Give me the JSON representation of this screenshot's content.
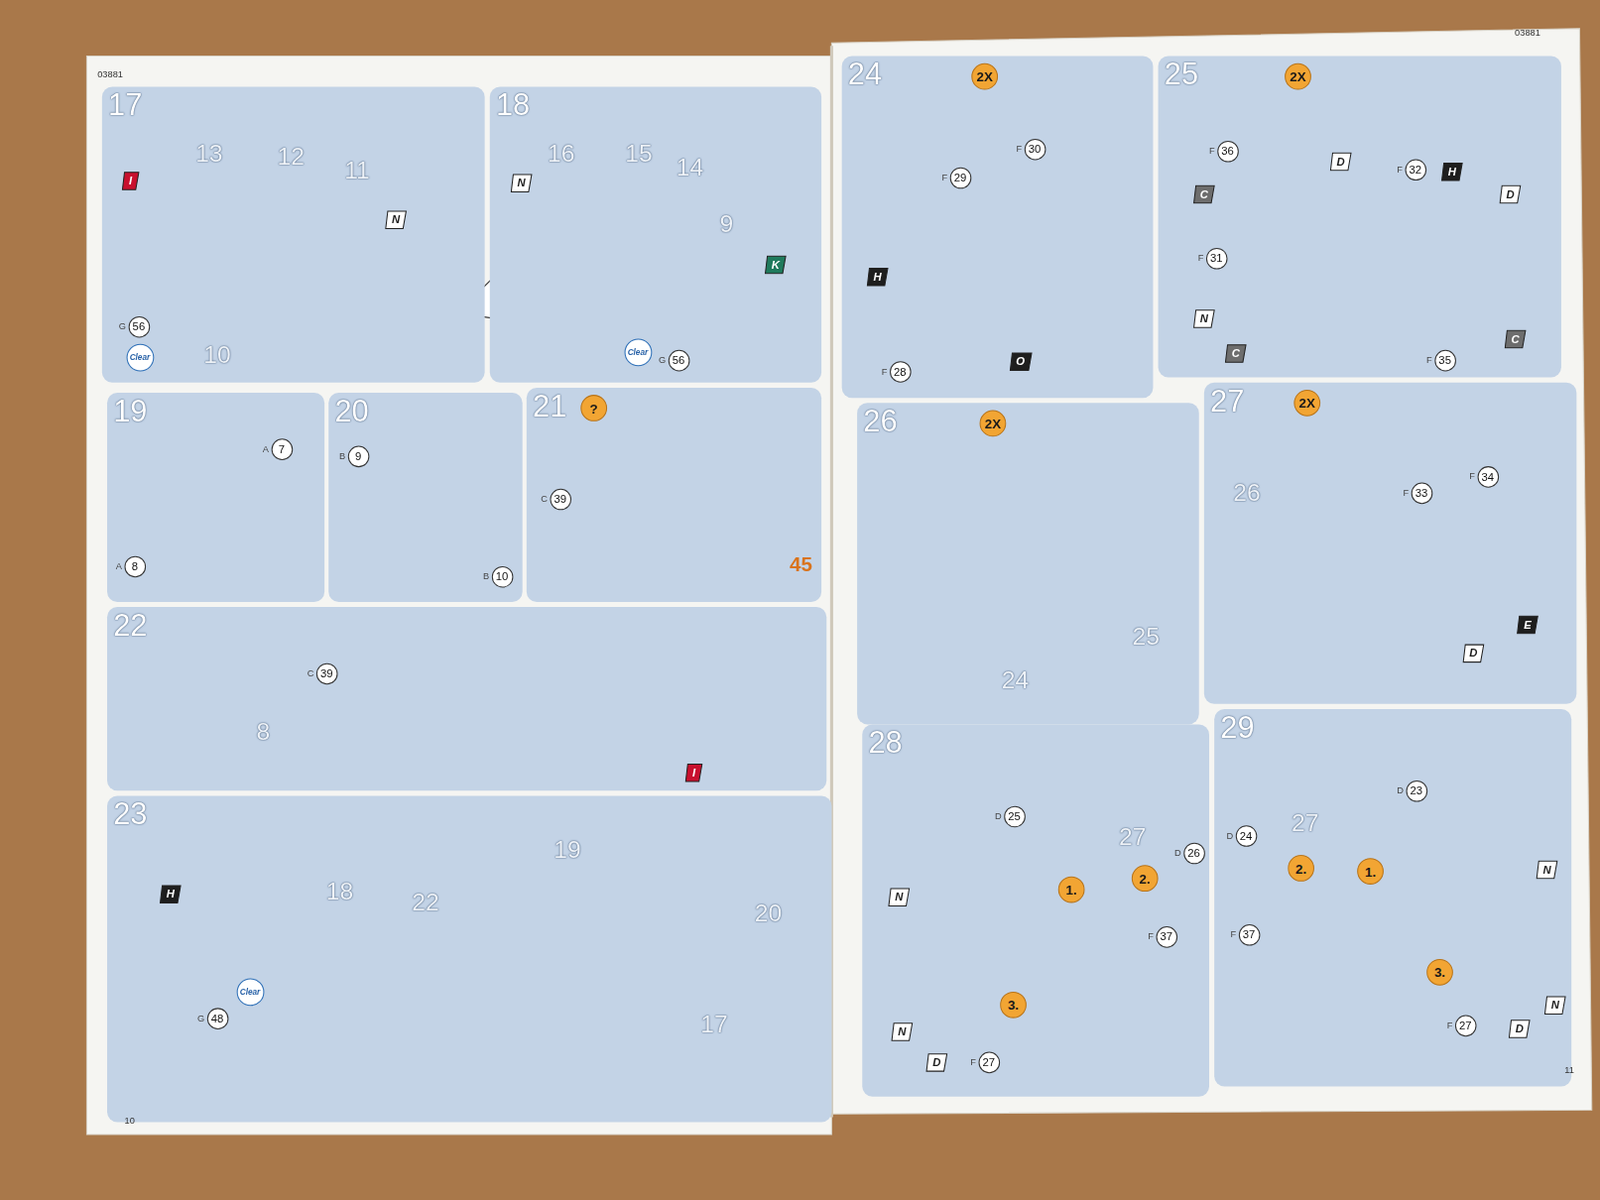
{
  "diagram": {
    "nodes": [
      {
        "text": [
          "17"
        ]
      },
      {
        "text": [
          "I"
        ],
        "in": 0
      },
      {
        "text": [
          "N"
        ],
        "in": 0
      },
      {
        "text": [
          "G",
          "56"
        ],
        "in": 0
      },
      {
        "text": [
          "Clear"
        ],
        "in": 0
      },
      {
        "text": [
          "18"
        ]
      },
      {
        "text": [
          "N"
        ],
        "in": 5
      },
      {
        "text": [
          "K"
        ],
        "in": 5
      },
      {
        "text": [
          "Clear"
        ],
        "in": 5
      },
      {
        "text": [
          "G",
          "56"
        ],
        "in": 5
      },
      {
        "text": [
          "19"
        ]
      },
      {
        "text": [
          "A",
          "7"
        ],
        "in": 10
      },
      {
        "text": [
          "A",
          "8"
        ],
        "in": 10
      },
      {
        "text": [
          "20"
        ]
      },
      {
        "text": [
          "B",
          "9"
        ],
        "in": 13
      },
      {
        "text": [
          "B",
          "10"
        ],
        "in": 13
      },
      {
        "text": [
          "21"
        ]
      },
      {
        "text": [
          "?"
        ],
        "in": 16
      },
      {
        "text": [
          "C",
          "39"
        ],
        "in": 16
      },
      {
        "text": [
          "22"
        ]
      },
      {
        "text": [
          "C",
          "39"
        ],
        "in": 19
      },
      {
        "text": [
          "I"
        ],
        "in": 19
      },
      {
        "text": [
          "23"
        ]
      },
      {
        "text": [
          "H"
        ],
        "in": 22
      },
      {
        "text": [
          "Clear"
        ],
        "in": 22
      },
      {
        "text": [
          "G",
          "48"
        ],
        "in": 22
      },
      {
        "text": [
          "24"
        ]
      },
      {
        "text": [
          "2X"
        ],
        "in": 26
      },
      {
        "text": [
          "F",
          "30"
        ],
        "in": 26
      },
      {
        "text": [
          "F",
          "29"
        ],
        "in": 26
      },
      {
        "text": [
          "H"
        ],
        "in": 26
      },
      {
        "text": [
          "F",
          "28"
        ],
        "in": 26
      },
      {
        "text": [
          "O"
        ],
        "in": 26
      },
      {
        "text": [
          "25"
        ]
      },
      {
        "text": [
          "2X"
        ],
        "in": 33
      },
      {
        "text": [
          "F",
          "36"
        ],
        "in": 33
      },
      {
        "text": [
          "D"
        ],
        "in": 33
      },
      {
        "text": [
          "F",
          "32"
        ],
        "in": 33
      },
      {
        "text": [
          "H"
        ],
        "in": 33
      },
      {
        "text": [
          "D"
        ],
        "in": 33
      },
      {
        "text": [
          "C"
        ],
        "in": 33
      },
      {
        "text": [
          "F",
          "31"
        ],
        "in": 33
      },
      {
        "text": [
          "N"
        ],
        "in": 33
      },
      {
        "text": [
          "C"
        ],
        "in": 33
      },
      {
        "text": [
          "F",
          "35"
        ],
        "in": 33
      },
      {
        "text": [
          "C"
        ],
        "in": 33
      },
      {
        "text": [
          "26"
        ]
      },
      {
        "text": [
          "2X"
        ],
        "in": 46
      },
      {
        "text": [
          "27"
        ]
      },
      {
        "text": [
          "2X"
        ],
        "in": 48
      },
      {
        "text": [
          "F",
          "33"
        ],
        "in": 48
      },
      {
        "text": [
          "F",
          "34"
        ],
        "in": 48
      },
      {
        "text": [
          "E"
        ],
        "in": 48
      },
      {
        "text": [
          "D"
        ],
        "in": 48
      },
      {
        "text": [
          "28"
        ]
      },
      {
        "text": [
          "D",
          "25"
        ],
        "in": 54
      },
      {
        "text": [
          "D",
          "26"
        ],
        "in": 54
      },
      {
        "text": [
          "1."
        ],
        "in": 54
      },
      {
        "text": [
          "2."
        ],
        "in": 54
      },
      {
        "text": [
          "N"
        ],
        "in": 54
      },
      {
        "text": [
          "N"
        ],
        "in": 54
      },
      {
        "text": [
          "D"
        ],
        "in": 54
      },
      {
        "text": [
          "F",
          "27"
        ],
        "in": 54
      },
      {
        "text": [
          "3."
        ],
        "in": 54
      },
      {
        "text": [
          "F",
          "37"
        ],
        "in": 54
      },
      {
        "text": [
          "29"
        ]
      },
      {
        "text": [
          "D",
          "24"
        ],
        "in": 65
      },
      {
        "text": [
          "D",
          "23"
        ],
        "in": 65
      },
      {
        "text": [
          "2."
        ],
        "in": 65
      },
      {
        "text": [
          "1."
        ],
        "in": 65
      },
      {
        "text": [
          "N"
        ],
        "in": 65
      },
      {
        "text": [
          "F",
          "37"
        ],
        "in": 65
      },
      {
        "text": [
          "3."
        ],
        "in": 65
      },
      {
        "text": [
          "N"
        ],
        "in": 65
      },
      {
        "text": [
          "D"
        ],
        "in": 65
      },
      {
        "text": [
          "F",
          "27"
        ],
        "in": 65
      }
    ],
    "labels": [
      "03881",
      "13",
      "12",
      "11",
      "10",
      "16",
      "15",
      "14",
      "9",
      "45",
      "8",
      "18",
      "22",
      "19",
      "20",
      "17",
      "10",
      "03881",
      "25",
      "24",
      "26",
      "27",
      "27",
      "11"
    ]
  }
}
